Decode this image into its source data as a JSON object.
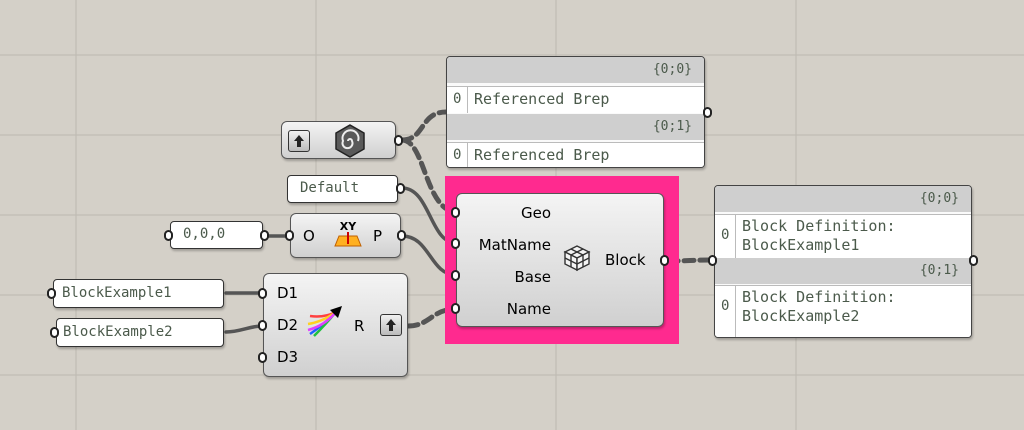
{
  "colors": {
    "canvas": "#d4d0c8",
    "highlight": "#ff2a8f",
    "wire": "#555555"
  },
  "ref_panel": {
    "groups": [
      {
        "path": "{0;0}",
        "index": "0",
        "value": "Referenced Brep"
      },
      {
        "path": "{0;1}",
        "index": "0",
        "value": "Referenced Brep"
      }
    ]
  },
  "geometry_param": {
    "icon": "spiral-hexagon-icon",
    "arrow_icon": "arrow-up-icon"
  },
  "panel_default": {
    "text": "Default"
  },
  "panel_origin": {
    "text": "0,0,0"
  },
  "xy_plane": {
    "input": "O",
    "output": "P",
    "icon": "xy-plane-icon",
    "icon_text": "XY"
  },
  "block_component": {
    "inputs": [
      "Geo",
      "MatName",
      "Base",
      "Name"
    ],
    "output": "Block",
    "icon": "block-cubes-icon"
  },
  "panel_block1": {
    "text": "BlockExample1"
  },
  "panel_block2": {
    "text": "BlockExample2"
  },
  "merge_component": {
    "inputs": [
      "D1",
      "D2",
      "D3"
    ],
    "output": "R",
    "icon": "merge-arrows-icon",
    "arrow_icon": "arrow-up-icon"
  },
  "block_panel": {
    "groups": [
      {
        "path": "{0;0}",
        "index": "0",
        "line1": "Block Definition:",
        "line2": "BlockExample1"
      },
      {
        "path": "{0;1}",
        "index": "0",
        "line1": "Block Definition:",
        "line2": "BlockExample2"
      }
    ]
  }
}
